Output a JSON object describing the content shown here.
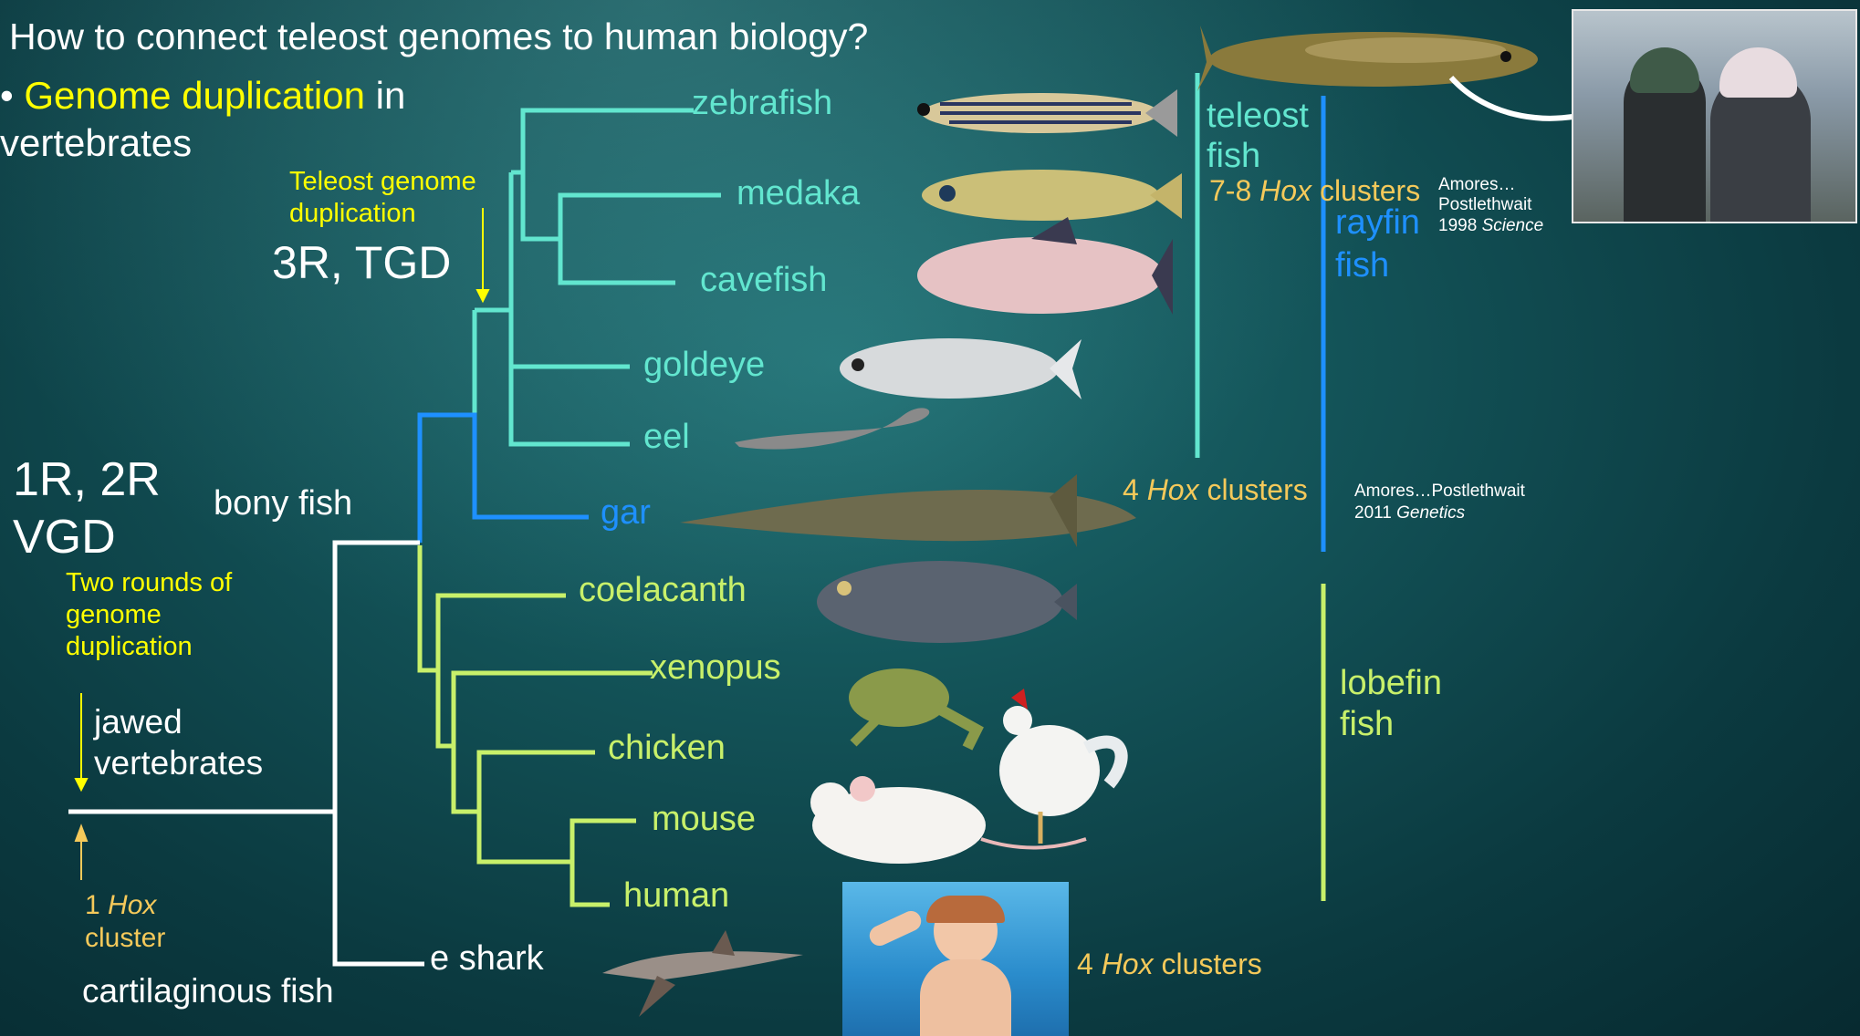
{
  "title": "How to connect teleost genomes to human biology?",
  "bullet": {
    "marker": "•",
    "highlight": "Genome duplication",
    "rest_line1": "in",
    "rest_line2": "vertebrates"
  },
  "events": {
    "tgd_caption_line1": "Teleost genome",
    "tgd_caption_line2": "duplication",
    "tgd_label": "3R, TGD",
    "vgd_label_line1": "1R, 2R",
    "vgd_label_line2": "VGD",
    "vgd_caption_line1": "Two rounds of",
    "vgd_caption_line2": "genome",
    "vgd_caption_line3": "duplication"
  },
  "nodes": {
    "bony_fish": "bony fish",
    "jawed_vertebrates_line1": "jawed",
    "jawed_vertebrates_line2": "vertebrates",
    "one_hox_prefix": "1",
    "one_hox_italic": "Hox",
    "one_hox_suffix": "cluster",
    "cartilaginous_fish": "cartilaginous fish"
  },
  "taxa": {
    "zebrafish": "zebrafish",
    "medaka": "medaka",
    "cavefish": "cavefish",
    "goldeye": "goldeye",
    "eel": "eel",
    "gar": "gar",
    "coelacanth": "coelacanth",
    "xenopus": "xenopus",
    "chicken": "chicken",
    "mouse": "mouse",
    "human": "human",
    "shark": "e shark"
  },
  "groups": {
    "teleost_line1": "teleost",
    "teleost_line2": "fish",
    "teleost_hox_prefix": "7-8",
    "teleost_hox_italic": "Hox",
    "teleost_hox_suffix": "clusters",
    "rayfin_line1": "rayfin",
    "rayfin_line2": "fish",
    "gar_hox_prefix": "4",
    "gar_hox_italic": "Hox",
    "gar_hox_suffix": "clusters",
    "lobefin_line1": "lobefin",
    "lobefin_line2": "fish",
    "human_hox_prefix": "4",
    "human_hox_italic": "Hox",
    "human_hox_suffix": "clusters"
  },
  "citations": {
    "c1998_line1": "Amores…",
    "c1998_line2": "Postlethwait",
    "c1998_year": "1998",
    "c1998_journal": "Science",
    "c2011_line1": "Amores…Postlethwait",
    "c2011_year": "2011",
    "c2011_journal": "Genetics"
  },
  "colors": {
    "teleost": "#62e6cf",
    "rayfin": "#1e90ff",
    "lobefin": "#c8f06a",
    "root": "#ffffff",
    "highlight": "#ffff00",
    "hox": "#f5c95a"
  }
}
